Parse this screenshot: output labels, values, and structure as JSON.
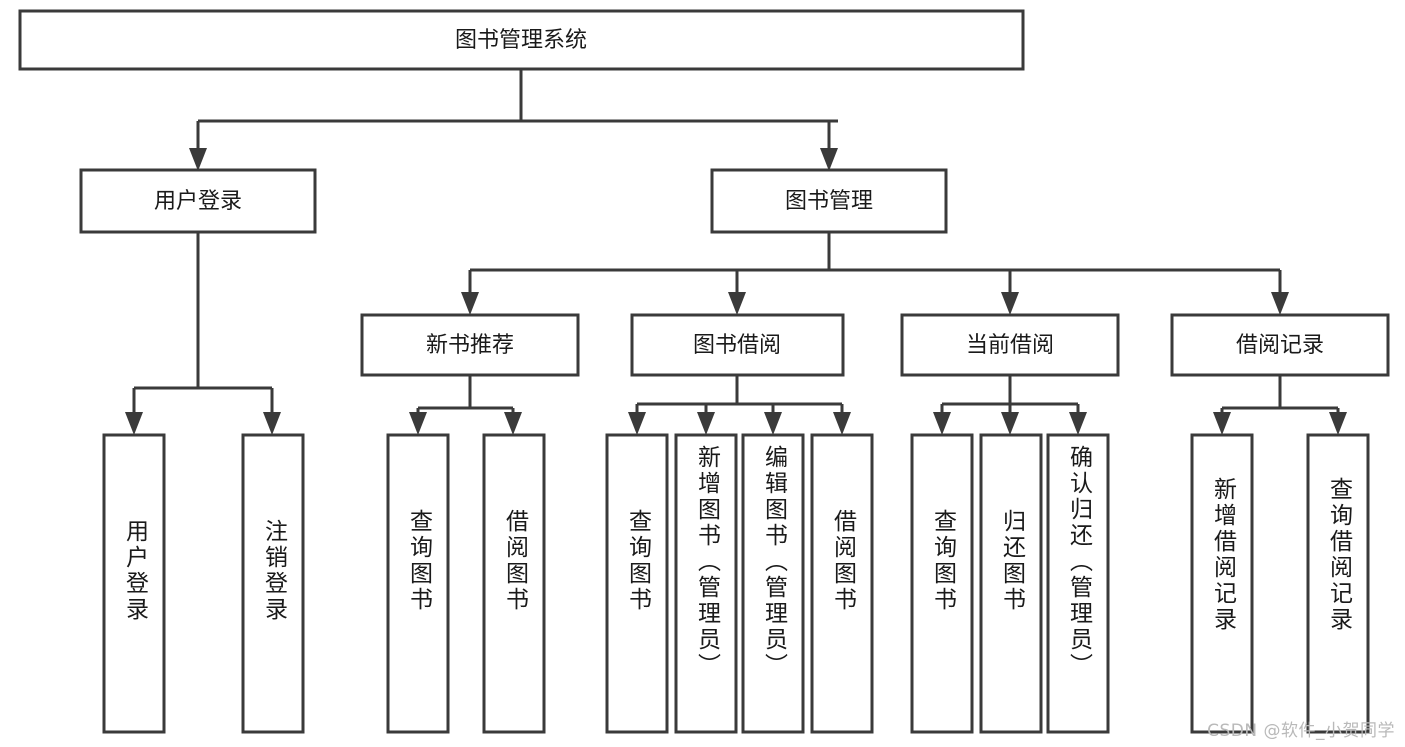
{
  "diagram": {
    "type": "tree",
    "title": "图书管理系统",
    "root": {
      "label": "图书管理系统"
    },
    "level1": [
      {
        "label": "用户登录"
      },
      {
        "label": "图书管理"
      }
    ],
    "level2": [
      {
        "label": "新书推荐",
        "parent": "图书管理"
      },
      {
        "label": "图书借阅",
        "parent": "图书管理"
      },
      {
        "label": "当前借阅",
        "parent": "图书管理"
      },
      {
        "label": "借阅记录",
        "parent": "图书管理"
      }
    ],
    "leaves": [
      {
        "label": "用户登录",
        "parent": "用户登录"
      },
      {
        "label": "注销登录",
        "parent": "用户登录"
      },
      {
        "label": "查询图书",
        "parent": "新书推荐"
      },
      {
        "label": "借阅图书",
        "parent": "新书推荐"
      },
      {
        "label": "查询图书",
        "parent": "图书借阅"
      },
      {
        "label": "新增图书（管理员）",
        "parent": "图书借阅"
      },
      {
        "label": "编辑图书（管理员）",
        "parent": "图书借阅"
      },
      {
        "label": "借阅图书",
        "parent": "图书借阅"
      },
      {
        "label": "查询图书",
        "parent": "当前借阅"
      },
      {
        "label": "归还图书",
        "parent": "当前借阅"
      },
      {
        "label": "确认归还（管理员）",
        "parent": "当前借阅"
      },
      {
        "label": "新增借阅记录",
        "parent": "借阅记录"
      },
      {
        "label": "查询借阅记录",
        "parent": "借阅记录"
      }
    ]
  },
  "watermark": {
    "text": "CSDN @软件_小贺同学"
  },
  "colors": {
    "stroke": "#3a3a3a",
    "fill": "#ffffff",
    "text": "#1a1a1a",
    "watermark": "#b9b9b9",
    "background": "#ffffff"
  }
}
